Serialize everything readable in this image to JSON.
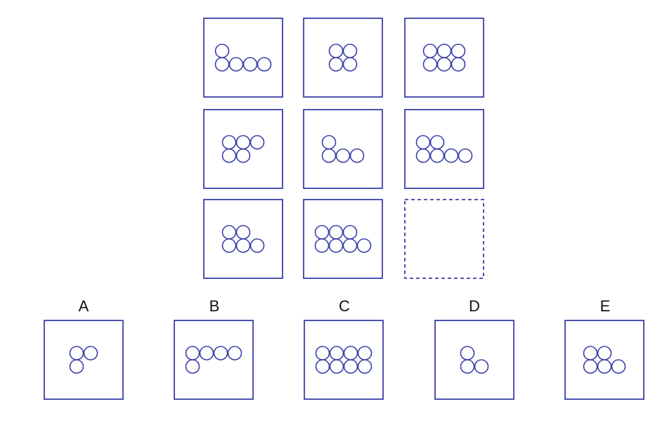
{
  "colors": {
    "stroke": "#3a3fa8",
    "background": "#ffffff",
    "label": "#111111"
  },
  "puzzle": {
    "grid": [
      [
        {
          "rows": [
            1,
            4
          ],
          "missing": false
        },
        {
          "rows": [
            2,
            2
          ],
          "missing": false
        },
        {
          "rows": [
            3,
            3
          ],
          "missing": false
        }
      ],
      [
        {
          "rows": [
            3,
            2
          ],
          "missing": false,
          "top_offset": "none"
        },
        {
          "rows": [
            1,
            3
          ],
          "missing": false
        },
        {
          "rows": [
            2,
            4
          ],
          "missing": false
        }
      ],
      [
        {
          "rows": [
            2,
            3
          ],
          "missing": false
        },
        {
          "rows": [
            3,
            4
          ],
          "missing": false
        },
        {
          "rows": [],
          "missing": true
        }
      ]
    ]
  },
  "options": [
    {
      "label": "A",
      "rows": [
        2,
        1
      ]
    },
    {
      "label": "B",
      "rows": [
        4,
        1
      ]
    },
    {
      "label": "C",
      "rows": [
        4,
        4
      ]
    },
    {
      "label": "D",
      "rows": [
        1,
        2
      ]
    },
    {
      "label": "E",
      "rows": [
        2,
        3
      ]
    }
  ]
}
